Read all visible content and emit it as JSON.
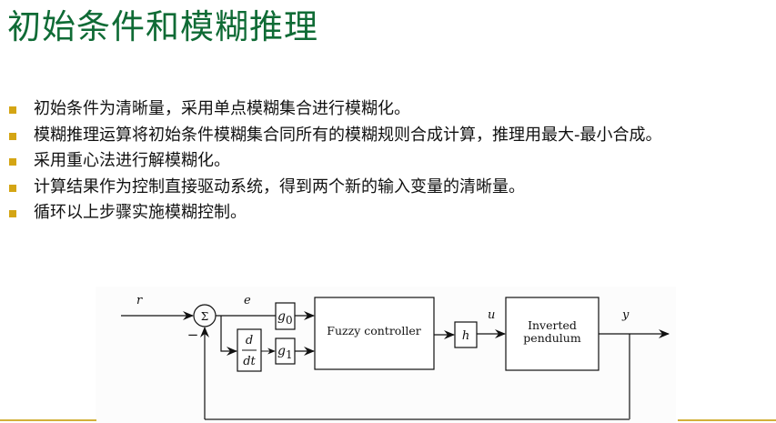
{
  "slide": {
    "title": "初始条件和模糊推理",
    "bullets": [
      "初始条件为清晰量，采用单点模糊集合进行模糊化。",
      "模糊推理运算将初始条件模糊集合同所有的模糊规则合成计算，推理用最大-最小合成。",
      "采用重心法进行解模糊化。",
      "计算结果作为控制直接驱动系统，得到两个新的输入变量的清晰量。",
      "循环以上步骤实施模糊控制。"
    ],
    "colors": {
      "title": "#0f6b35",
      "bullet": "#d4a514",
      "rule": "#d2b03a"
    }
  },
  "diagram": {
    "signals": {
      "reference": "r",
      "error": "e",
      "control": "u",
      "output": "y",
      "minus_sign": "−"
    },
    "sum_symbol": "Σ",
    "blocks": {
      "g0_base": "g",
      "g0_sub": "0",
      "g1_base": "g",
      "g1_sub": "1",
      "deriv_num": "d",
      "deriv_den": "dt",
      "fuzzy": "Fuzzy controller",
      "gain_h": "h",
      "plant_line1": "Inverted",
      "plant_line2": "pendulum"
    }
  }
}
